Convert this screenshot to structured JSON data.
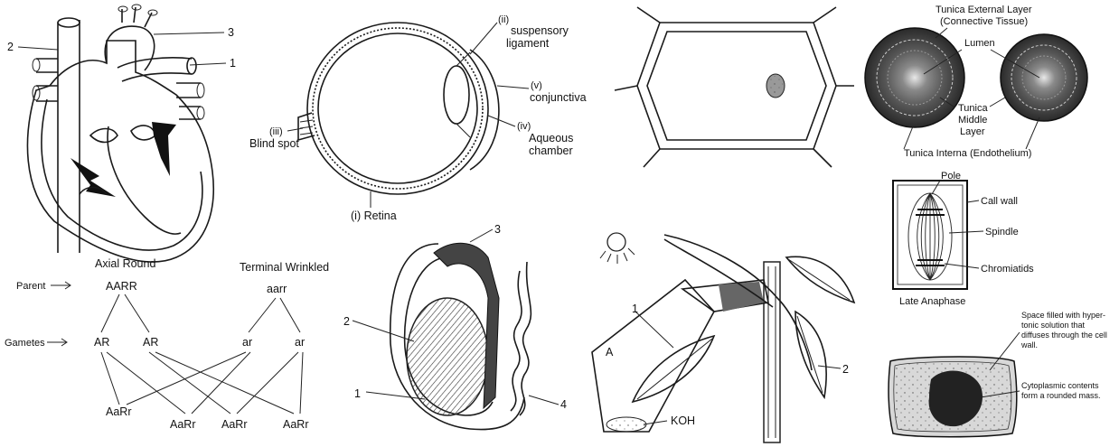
{
  "heart": {
    "label_1": "1",
    "label_2": "2",
    "label_3": "3"
  },
  "eye": {
    "suspensory": [
      "(ii)",
      "suspensory",
      "ligament"
    ],
    "conjunctiva": [
      "(v)",
      "conjunctiva"
    ],
    "aqueous": [
      "(iv)",
      "Aqueous",
      "chamber"
    ],
    "blind_spot": [
      "(iii)",
      "Blind spot"
    ],
    "retina": "(i) Retina"
  },
  "artery": {
    "tunica_external": [
      "Tunica External Layer",
      "(Connective Tissue)"
    ],
    "lumen": "Lumen",
    "tunica_middle": [
      "Tunica",
      "Middle",
      "Layer"
    ],
    "tunica_interna": "Tunica Interna (Endothelium)"
  },
  "cross": {
    "parent_left_header": "Axial Round",
    "parent_right_header": "Terminal Wrinkled",
    "parent_label": "Parent",
    "gametes_label": "Gametes",
    "parent_left": "AARR",
    "parent_right": "aarr",
    "gametes": [
      "AR",
      "AR",
      "ar",
      "ar"
    ],
    "offspring": [
      "AaRr",
      "AaRr",
      "AaRr",
      "AaRr"
    ]
  },
  "testis": {
    "label_1": "1",
    "label_2": "2",
    "label_3": "3",
    "label_4": "4"
  },
  "plant": {
    "label_1": "1",
    "label_2": "2",
    "label_a": "A",
    "koh": "KOH"
  },
  "anaphase": {
    "pole": "Pole",
    "cell_wall": "Call wall",
    "spindle": "Spindle",
    "chromatids": "Chromiatids",
    "caption": "Late Anaphase"
  },
  "plasmolysis": {
    "space_note": [
      "Space filled with hyper-",
      "tonic solution that",
      "diffuses through the cell",
      "wall."
    ],
    "cytoplasm_note": [
      "Cytoplasmic contents",
      "form a rounded mass."
    ]
  }
}
